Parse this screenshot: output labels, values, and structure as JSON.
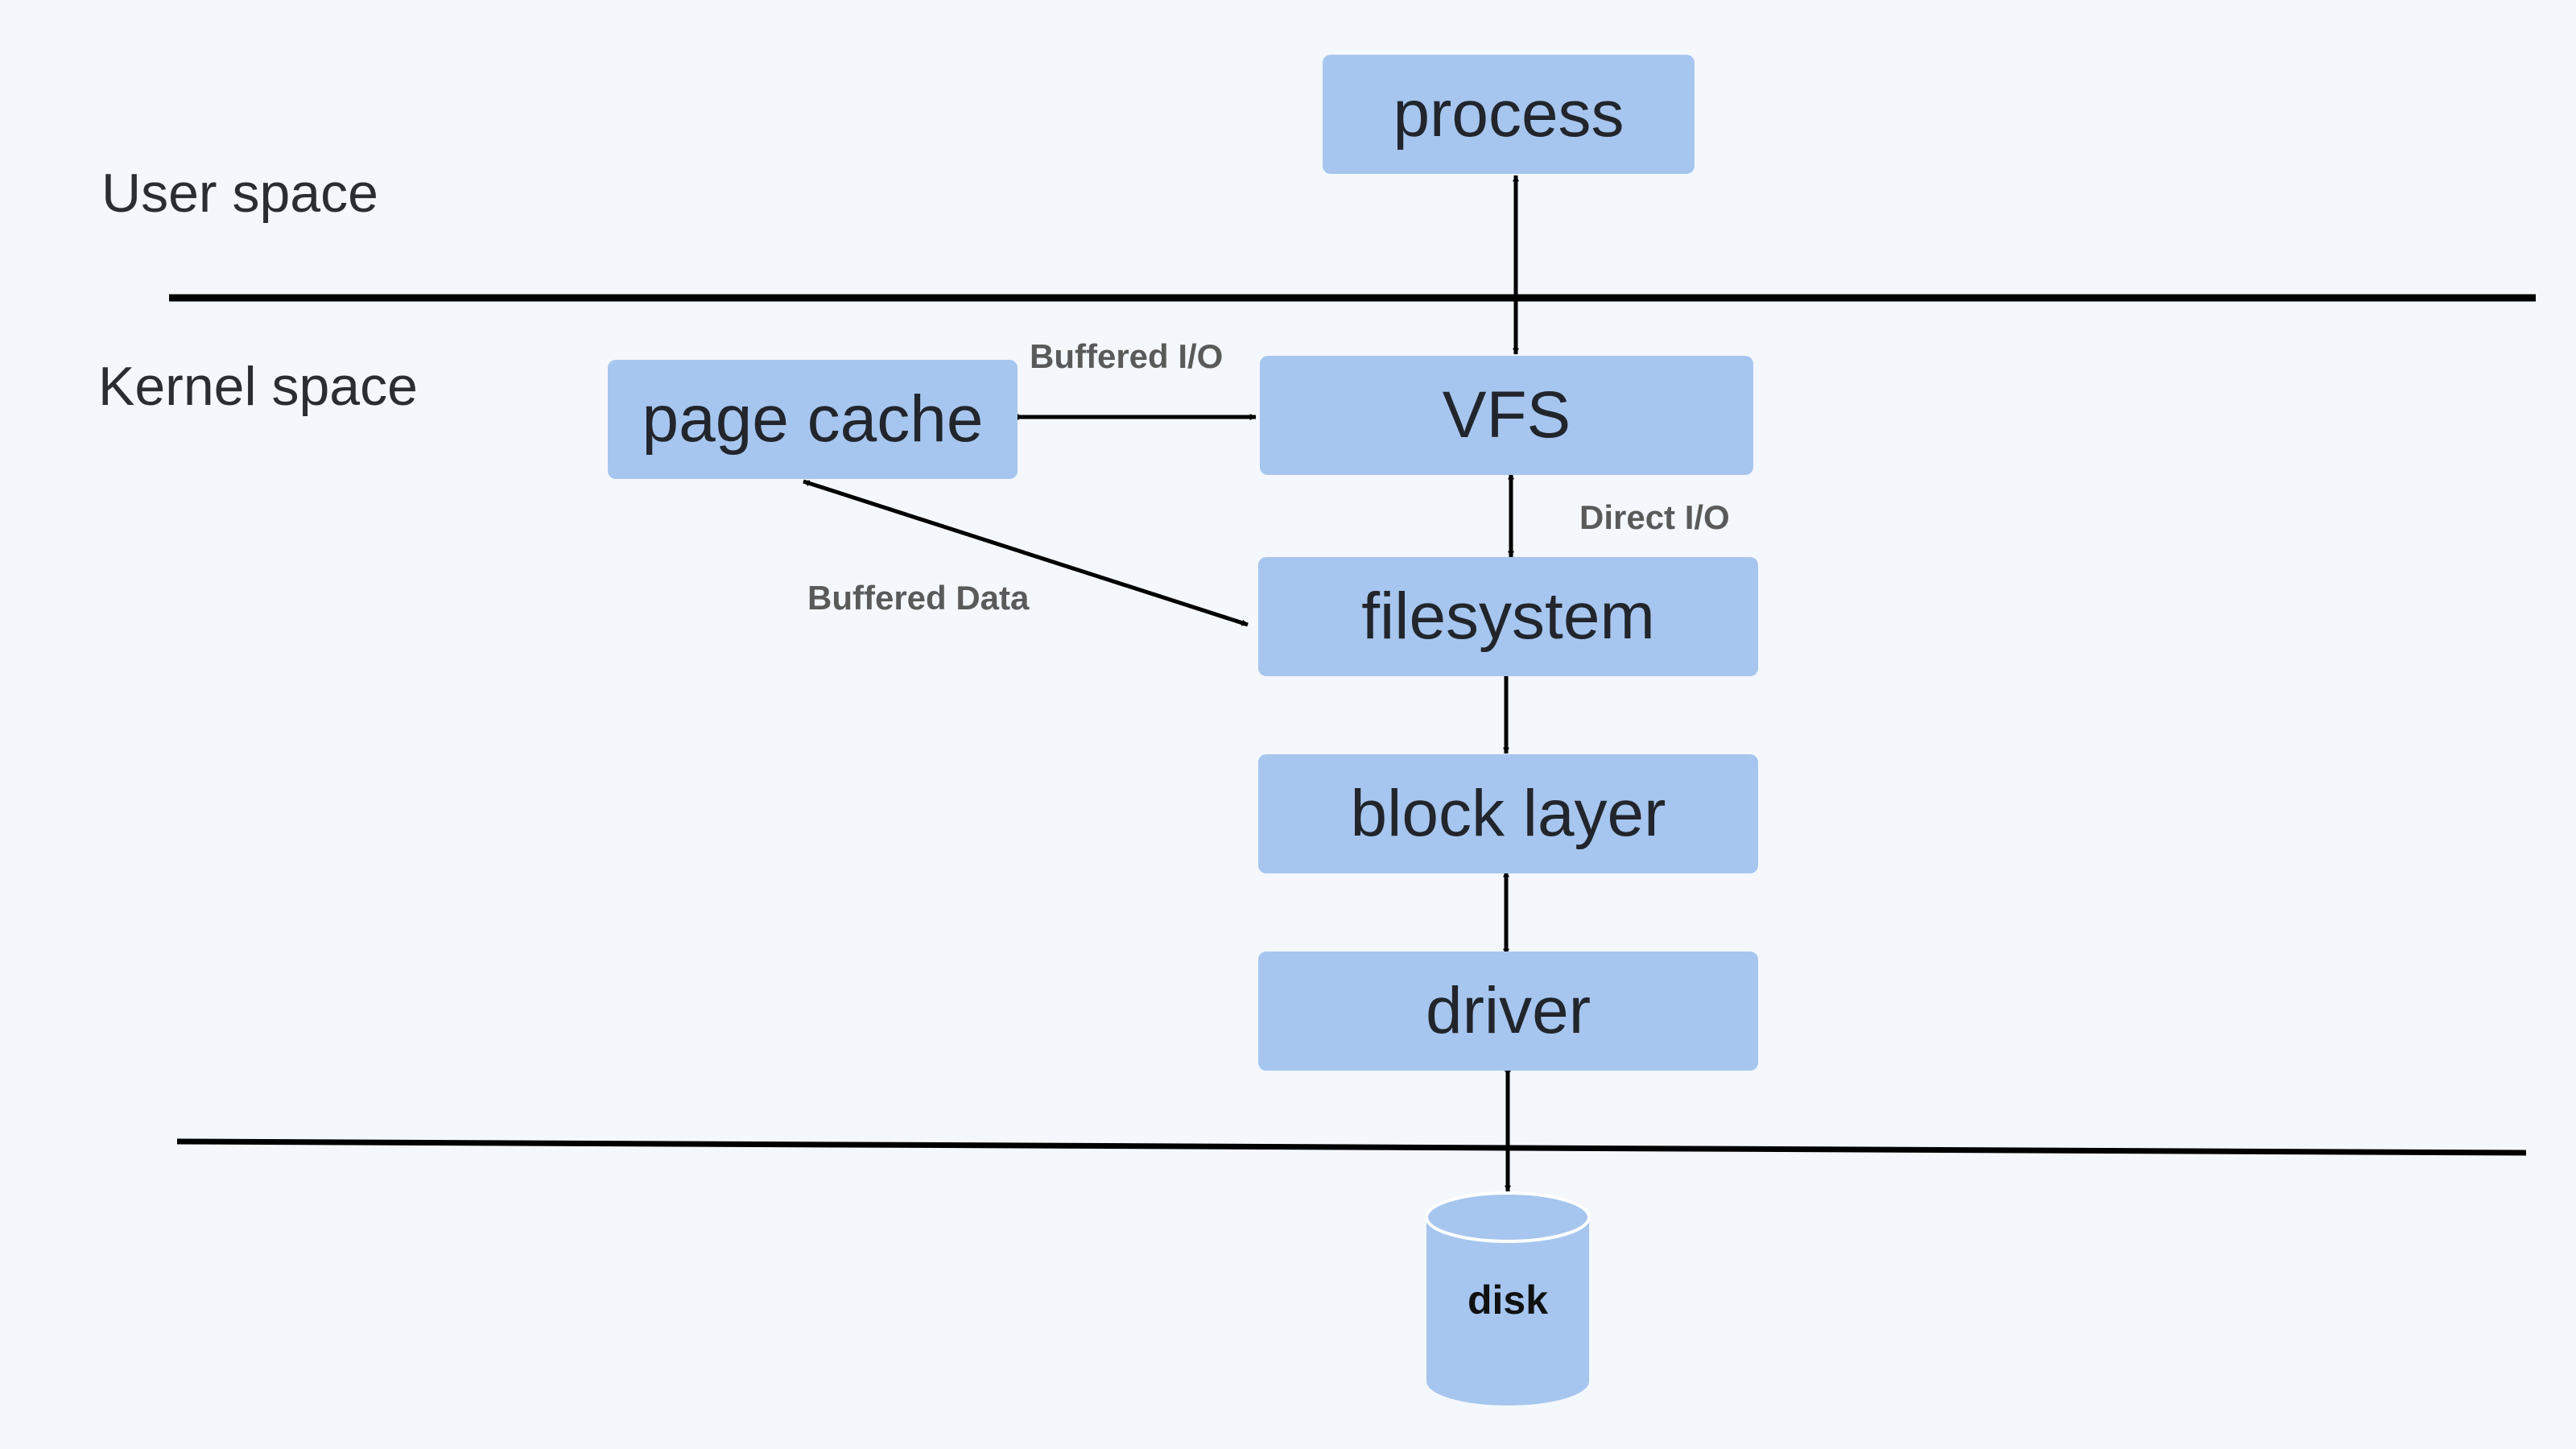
{
  "regions": {
    "user_space": "User space",
    "kernel_space": "Kernel space"
  },
  "nodes": {
    "process": "process",
    "page_cache": "page cache",
    "vfs": "VFS",
    "filesystem": "filesystem",
    "block_layer": "block layer",
    "driver": "driver",
    "disk": "disk"
  },
  "edges": {
    "buffered_io": "Buffered I/O",
    "direct_io": "Direct I/O",
    "buffered_data": "Buffered Data"
  },
  "colors": {
    "node_fill": "#a6c6ef",
    "background": "#f4f7fc",
    "line": "#000000",
    "edge_label": "#5a5a5a"
  }
}
